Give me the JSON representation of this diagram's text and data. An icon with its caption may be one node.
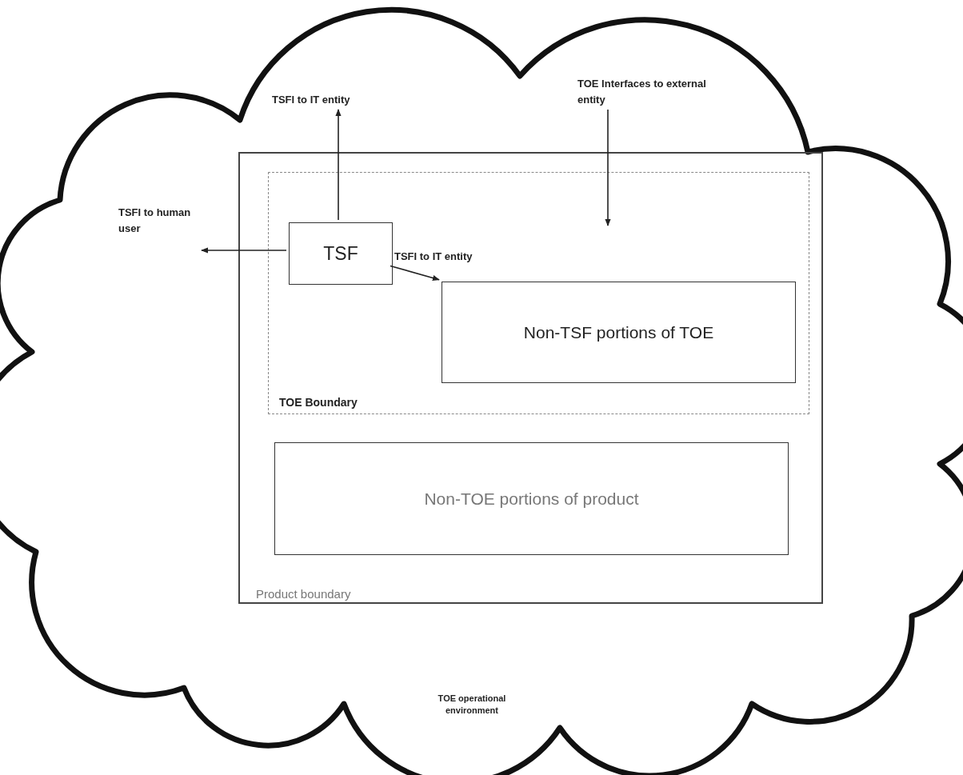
{
  "diagram": {
    "nodes": [
      {
        "text": [
          "TOE operational environment"
        ]
      },
      {
        "text": [
          "Product boundary"
        ],
        "in": 0
      },
      {
        "text": [
          "TOE Boundary"
        ],
        "in": 1
      },
      {
        "text": [
          "TSF"
        ],
        "in": 2
      },
      {
        "text": [
          "Non-TSF portions of TOE"
        ],
        "in": 2
      },
      {
        "text": [
          "Non-TOE portions of product"
        ],
        "in": 1
      },
      {
        "text": [
          "TSFI to IT entity"
        ],
        "in": 0
      },
      {
        "text": [
          "TSFI to human user"
        ],
        "in": 0
      },
      {
        "text": [
          "TOE Interfaces to external entity"
        ],
        "in": 0
      }
    ],
    "edges": [
      {
        "from": 3,
        "to": 6,
        "arrow": "to"
      },
      {
        "from": 3,
        "to": 7,
        "arrow": "to"
      },
      {
        "from": 3,
        "to": 4,
        "arrow": "to",
        "label": "TSFI to IT entity"
      },
      {
        "from": 8,
        "to": null,
        "arrow": "to"
      }
    ]
  }
}
